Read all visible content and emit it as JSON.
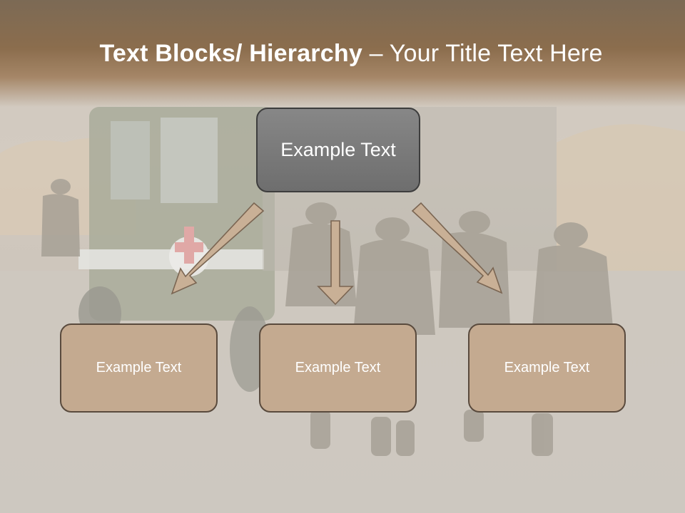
{
  "title": {
    "bold": "Text Blocks/ Hierarchy",
    "separator": " – ",
    "rest": "Your Title Text Here"
  },
  "top_box": {
    "label": "Example Text"
  },
  "child_boxes": [
    {
      "label": "Example Text"
    },
    {
      "label": "Example Text"
    },
    {
      "label": "Example Text"
    }
  ],
  "colors": {
    "header": "#8b6d4d",
    "top_box_fill": "#7a7a7a",
    "child_box_fill": "#c4aa90",
    "arrow_fill": "#c9b096"
  }
}
